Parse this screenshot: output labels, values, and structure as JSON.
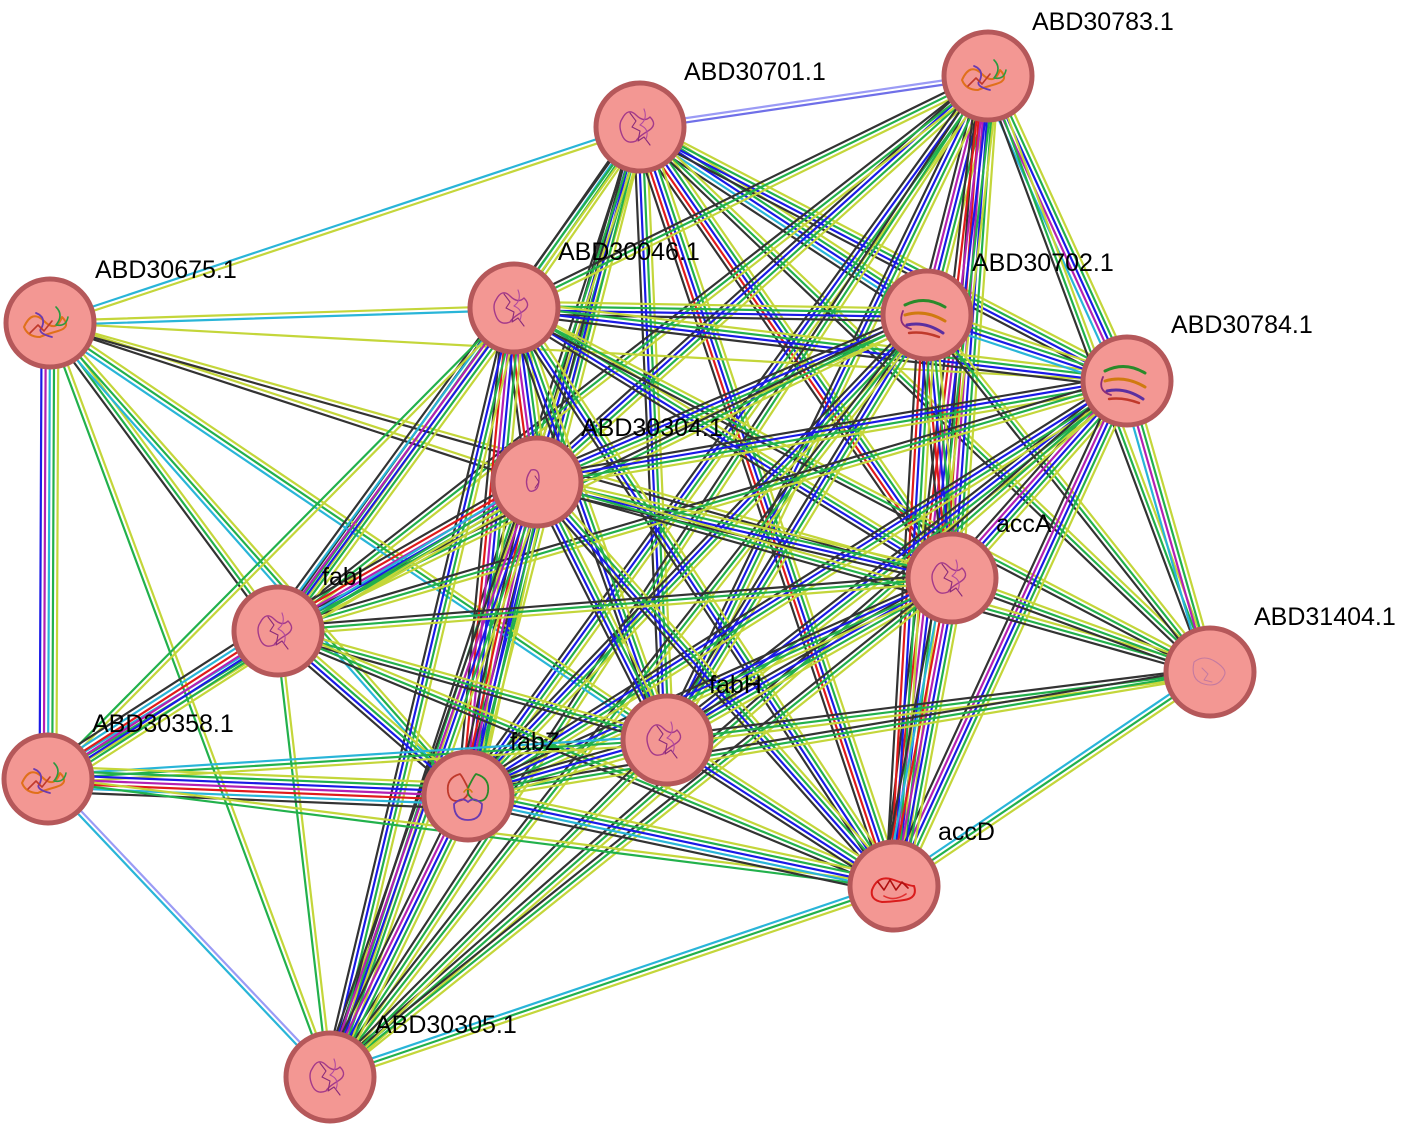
{
  "network": {
    "nodes": [
      {
        "id": "ABD30783.1",
        "label": "ABD30783.1"
      },
      {
        "id": "ABD30701.1",
        "label": "ABD30701.1"
      },
      {
        "id": "ABD30675.1",
        "label": "ABD30675.1"
      },
      {
        "id": "ABD30046.1",
        "label": "ABD30046.1"
      },
      {
        "id": "ABD30702.1",
        "label": "ABD30702.1"
      },
      {
        "id": "ABD30784.1",
        "label": "ABD30784.1"
      },
      {
        "id": "ABD30304.1",
        "label": "ABD30304.1"
      },
      {
        "id": "accA",
        "label": "accA"
      },
      {
        "id": "fabI",
        "label": "fabI"
      },
      {
        "id": "ABD31404.1",
        "label": "ABD31404.1"
      },
      {
        "id": "fabH",
        "label": "fabH"
      },
      {
        "id": "ABD30358.1",
        "label": "ABD30358.1"
      },
      {
        "id": "fabZ",
        "label": "fabZ"
      },
      {
        "id": "accD",
        "label": "accD"
      },
      {
        "id": "ABD30305.1",
        "label": "ABD30305.1"
      }
    ],
    "edges": [
      {
        "source": "ABD30701.1",
        "target": "ABD30783.1",
        "evidence": [
          "#9b9bf5",
          "#6f6fe8"
        ]
      },
      {
        "source": "ABD30701.1",
        "target": "ABD30675.1",
        "evidence": [
          "#c4d63a",
          "#29b5d8"
        ]
      },
      {
        "source": "ABD30701.1",
        "target": "ABD30046.1",
        "evidence": [
          "#c4d63a",
          "#22b14c",
          "#29b5d8",
          "#333333"
        ]
      },
      {
        "source": "ABD30701.1",
        "target": "ABD30702.1",
        "evidence": [
          "#c4d63a",
          "#22b14c",
          "#1a1ae6",
          "#29b5d8",
          "#333333"
        ]
      },
      {
        "source": "ABD30701.1",
        "target": "ABD30784.1",
        "evidence": [
          "#c4d63a",
          "#22b14c",
          "#1a1ae6",
          "#333333"
        ]
      },
      {
        "source": "ABD30701.1",
        "target": "ABD30304.1",
        "evidence": [
          "#c4d63a",
          "#22b14c",
          "#1a1ae6",
          "#333333"
        ]
      },
      {
        "source": "ABD30701.1",
        "target": "accA",
        "evidence": [
          "#c4d63a",
          "#22b14c",
          "#1a1ae6",
          "#e01b1b",
          "#333333"
        ]
      },
      {
        "source": "ABD30701.1",
        "target": "fabI",
        "evidence": [
          "#c4d63a",
          "#22b14c",
          "#333333"
        ]
      },
      {
        "source": "ABD30701.1",
        "target": "ABD31404.1",
        "evidence": [
          "#c4d63a",
          "#22b14c",
          "#333333"
        ]
      },
      {
        "source": "ABD30701.1",
        "target": "fabH",
        "evidence": [
          "#c4d63a",
          "#22b14c",
          "#1a1ae6",
          "#333333"
        ]
      },
      {
        "source": "ABD30701.1",
        "target": "fabZ",
        "evidence": [
          "#c4d63a",
          "#22b14c",
          "#1a1ae6",
          "#333333"
        ]
      },
      {
        "source": "ABD30701.1",
        "target": "accD",
        "evidence": [
          "#c4d63a",
          "#22b14c",
          "#1a1ae6",
          "#e01b1b",
          "#333333"
        ]
      },
      {
        "source": "ABD30701.1",
        "target": "ABD30305.1",
        "evidence": [
          "#c4d63a",
          "#22b14c",
          "#333333"
        ]
      },
      {
        "source": "ABD30783.1",
        "target": "ABD30046.1",
        "evidence": [
          "#c4d63a",
          "#22b14c",
          "#333333"
        ]
      },
      {
        "source": "ABD30783.1",
        "target": "ABD30702.1",
        "evidence": [
          "#c4d63a",
          "#22b14c",
          "#1a1ae6",
          "#b320b3",
          "#333333"
        ]
      },
      {
        "source": "ABD30783.1",
        "target": "ABD30784.1",
        "evidence": [
          "#c4d63a",
          "#22b14c",
          "#1a1ae6",
          "#b320b3",
          "#29b5d8"
        ]
      },
      {
        "source": "ABD30783.1",
        "target": "ABD30304.1",
        "evidence": [
          "#c4d63a",
          "#22b14c",
          "#1a1ae6",
          "#333333"
        ]
      },
      {
        "source": "ABD30783.1",
        "target": "accA",
        "evidence": [
          "#c4d63a",
          "#22b14c",
          "#1a1ae6",
          "#b320b3",
          "#e01b1b",
          "#333333"
        ]
      },
      {
        "source": "ABD30783.1",
        "target": "fabI",
        "evidence": [
          "#c4d63a",
          "#22b14c",
          "#333333"
        ]
      },
      {
        "source": "ABD30783.1",
        "target": "ABD31404.1",
        "evidence": [
          "#c4d63a",
          "#22b14c",
          "#333333"
        ]
      },
      {
        "source": "ABD30783.1",
        "target": "fabH",
        "evidence": [
          "#c4d63a",
          "#22b14c",
          "#1a1ae6",
          "#333333"
        ]
      },
      {
        "source": "ABD30783.1",
        "target": "fabZ",
        "evidence": [
          "#c4d63a",
          "#22b14c",
          "#1a1ae6",
          "#333333"
        ]
      },
      {
        "source": "ABD30783.1",
        "target": "accD",
        "evidence": [
          "#c4d63a",
          "#22b14c",
          "#1a1ae6",
          "#b320b3",
          "#e01b1b",
          "#333333"
        ]
      },
      {
        "source": "ABD30783.1",
        "target": "ABD30305.1",
        "evidence": [
          "#c4d63a",
          "#22b14c",
          "#333333"
        ]
      },
      {
        "source": "ABD30675.1",
        "target": "ABD30046.1",
        "evidence": [
          "#c4d63a",
          "#29b5d8"
        ]
      },
      {
        "source": "ABD30675.1",
        "target": "ABD30304.1",
        "evidence": [
          "#c4d63a",
          "#333333"
        ]
      },
      {
        "source": "ABD30675.1",
        "target": "accA",
        "evidence": [
          "#c4d63a",
          "#333333"
        ]
      },
      {
        "source": "ABD30675.1",
        "target": "ABD30784.1",
        "evidence": [
          "#c4d63a"
        ]
      },
      {
        "source": "ABD30675.1",
        "target": "fabI",
        "evidence": [
          "#c4d63a",
          "#22b14c",
          "#333333"
        ]
      },
      {
        "source": "ABD30675.1",
        "target": "fabZ",
        "evidence": [
          "#c4d63a",
          "#22b14c",
          "#29b5d8"
        ]
      },
      {
        "source": "ABD30675.1",
        "target": "fabH",
        "evidence": [
          "#c4d63a",
          "#22b14c",
          "#29b5d8"
        ]
      },
      {
        "source": "ABD30675.1",
        "target": "ABD30358.1",
        "evidence": [
          "#c4d63a",
          "#22b14c",
          "#29b5d8",
          "#b320b3",
          "#1a1ae6"
        ]
      },
      {
        "source": "ABD30675.1",
        "target": "ABD30305.1",
        "evidence": [
          "#c4d63a",
          "#22b14c"
        ]
      },
      {
        "source": "ABD30046.1",
        "target": "ABD30702.1",
        "evidence": [
          "#c4d63a",
          "#22b14c",
          "#1a1ae6",
          "#333333"
        ]
      },
      {
        "source": "ABD30046.1",
        "target": "ABD30784.1",
        "evidence": [
          "#c4d63a",
          "#22b14c",
          "#1a1ae6",
          "#333333"
        ]
      },
      {
        "source": "ABD30046.1",
        "target": "ABD30304.1",
        "evidence": [
          "#c4d63a",
          "#22b14c",
          "#1a1ae6",
          "#b320b3",
          "#e01b1b",
          "#333333"
        ]
      },
      {
        "source": "ABD30046.1",
        "target": "accA",
        "evidence": [
          "#c4d63a",
          "#22b14c",
          "#1a1ae6",
          "#333333"
        ]
      },
      {
        "source": "ABD30046.1",
        "target": "fabI",
        "evidence": [
          "#c4d63a",
          "#22b14c",
          "#1a1ae6",
          "#b320b3",
          "#29b5d8",
          "#333333"
        ]
      },
      {
        "source": "ABD30046.1",
        "target": "ABD31404.1",
        "evidence": [
          "#c4d63a",
          "#22b14c",
          "#333333"
        ]
      },
      {
        "source": "ABD30046.1",
        "target": "fabH",
        "evidence": [
          "#c4d63a",
          "#22b14c",
          "#1a1ae6",
          "#333333"
        ]
      },
      {
        "source": "ABD30046.1",
        "target": "ABD30358.1",
        "evidence": [
          "#c4d63a",
          "#22b14c"
        ]
      },
      {
        "source": "ABD30046.1",
        "target": "fabZ",
        "evidence": [
          "#c4d63a",
          "#22b14c",
          "#1a1ae6",
          "#b320b3",
          "#e01b1b",
          "#333333"
        ]
      },
      {
        "source": "ABD30046.1",
        "target": "accD",
        "evidence": [
          "#c4d63a",
          "#22b14c",
          "#1a1ae6",
          "#333333"
        ]
      },
      {
        "source": "ABD30046.1",
        "target": "ABD30305.1",
        "evidence": [
          "#c4d63a",
          "#22b14c",
          "#1a1ae6",
          "#333333"
        ]
      },
      {
        "source": "ABD30702.1",
        "target": "ABD30784.1",
        "evidence": [
          "#c4d63a",
          "#22b14c",
          "#1a1ae6",
          "#29b5d8"
        ]
      },
      {
        "source": "ABD30702.1",
        "target": "ABD30304.1",
        "evidence": [
          "#c4d63a",
          "#22b14c",
          "#1a1ae6",
          "#333333"
        ]
      },
      {
        "source": "ABD30702.1",
        "target": "accA",
        "evidence": [
          "#c4d63a",
          "#22b14c",
          "#1a1ae6",
          "#e01b1b",
          "#333333"
        ]
      },
      {
        "source": "ABD30702.1",
        "target": "fabI",
        "evidence": [
          "#c4d63a",
          "#22b14c",
          "#333333"
        ]
      },
      {
        "source": "ABD30702.1",
        "target": "ABD31404.1",
        "evidence": [
          "#c4d63a",
          "#22b14c",
          "#333333"
        ]
      },
      {
        "source": "ABD30702.1",
        "target": "fabH",
        "evidence": [
          "#c4d63a",
          "#22b14c",
          "#1a1ae6",
          "#333333"
        ]
      },
      {
        "source": "ABD30702.1",
        "target": "fabZ",
        "evidence": [
          "#c4d63a",
          "#22b14c",
          "#1a1ae6",
          "#333333"
        ]
      },
      {
        "source": "ABD30702.1",
        "target": "accD",
        "evidence": [
          "#c4d63a",
          "#22b14c",
          "#1a1ae6",
          "#e01b1b",
          "#333333"
        ]
      },
      {
        "source": "ABD30702.1",
        "target": "ABD30305.1",
        "evidence": [
          "#c4d63a",
          "#22b14c",
          "#333333"
        ]
      },
      {
        "source": "ABD30784.1",
        "target": "ABD30304.1",
        "evidence": [
          "#c4d63a",
          "#22b14c",
          "#1a1ae6",
          "#333333"
        ]
      },
      {
        "source": "ABD30784.1",
        "target": "accA",
        "evidence": [
          "#c4d63a",
          "#22b14c",
          "#1a1ae6",
          "#b320b3",
          "#333333"
        ]
      },
      {
        "source": "ABD30784.1",
        "target": "fabI",
        "evidence": [
          "#c4d63a",
          "#22b14c",
          "#333333"
        ]
      },
      {
        "source": "ABD30784.1",
        "target": "ABD31404.1",
        "evidence": [
          "#c4d63a",
          "#22b14c",
          "#b320b3",
          "#29b5d8"
        ]
      },
      {
        "source": "ABD30784.1",
        "target": "fabH",
        "evidence": [
          "#c4d63a",
          "#22b14c",
          "#1a1ae6",
          "#333333"
        ]
      },
      {
        "source": "ABD30784.1",
        "target": "fabZ",
        "evidence": [
          "#c4d63a",
          "#22b14c",
          "#1a1ae6",
          "#333333"
        ]
      },
      {
        "source": "ABD30784.1",
        "target": "accD",
        "evidence": [
          "#c4d63a",
          "#22b14c",
          "#1a1ae6",
          "#b320b3",
          "#333333"
        ]
      },
      {
        "source": "ABD30784.1",
        "target": "ABD30305.1",
        "evidence": [
          "#c4d63a",
          "#22b14c",
          "#333333"
        ]
      },
      {
        "source": "ABD30304.1",
        "target": "accA",
        "evidence": [
          "#c4d63a",
          "#22b14c",
          "#1a1ae6",
          "#333333"
        ]
      },
      {
        "source": "ABD30304.1",
        "target": "fabI",
        "evidence": [
          "#c4d63a",
          "#22b14c",
          "#1a1ae6",
          "#b320b3",
          "#e01b1b",
          "#333333"
        ]
      },
      {
        "source": "ABD30304.1",
        "target": "ABD31404.1",
        "evidence": [
          "#c4d63a",
          "#22b14c",
          "#333333"
        ]
      },
      {
        "source": "ABD30304.1",
        "target": "fabH",
        "evidence": [
          "#c4d63a",
          "#22b14c",
          "#1a1ae6",
          "#333333"
        ]
      },
      {
        "source": "ABD30304.1",
        "target": "ABD30358.1",
        "evidence": [
          "#c4d63a",
          "#22b14c",
          "#29b5d8"
        ]
      },
      {
        "source": "ABD30304.1",
        "target": "fabZ",
        "evidence": [
          "#c4d63a",
          "#22b14c",
          "#1a1ae6",
          "#b320b3",
          "#e01b1b",
          "#333333"
        ]
      },
      {
        "source": "ABD30304.1",
        "target": "accD",
        "evidence": [
          "#c4d63a",
          "#22b14c",
          "#1a1ae6",
          "#333333"
        ]
      },
      {
        "source": "ABD30304.1",
        "target": "ABD30305.1",
        "evidence": [
          "#c4d63a",
          "#22b14c",
          "#1a1ae6",
          "#b320b3",
          "#333333"
        ]
      },
      {
        "source": "accA",
        "target": "fabI",
        "evidence": [
          "#c4d63a",
          "#22b14c",
          "#333333"
        ]
      },
      {
        "source": "accA",
        "target": "ABD31404.1",
        "evidence": [
          "#c4d63a",
          "#22b14c",
          "#333333"
        ]
      },
      {
        "source": "accA",
        "target": "fabH",
        "evidence": [
          "#c4d63a",
          "#22b14c",
          "#1a1ae6",
          "#333333"
        ]
      },
      {
        "source": "accA",
        "target": "fabZ",
        "evidence": [
          "#c4d63a",
          "#22b14c",
          "#1a1ae6",
          "#333333"
        ]
      },
      {
        "source": "accA",
        "target": "accD",
        "evidence": [
          "#c4d63a",
          "#22b14c",
          "#1a1ae6",
          "#b320b3",
          "#e01b1b",
          "#29b5d8",
          "#333333"
        ]
      },
      {
        "source": "accA",
        "target": "ABD30305.1",
        "evidence": [
          "#c4d63a",
          "#22b14c",
          "#333333"
        ]
      },
      {
        "source": "fabI",
        "target": "ABD30358.1",
        "evidence": [
          "#c4d63a",
          "#22b14c",
          "#1a1ae6",
          "#b320b3",
          "#e01b1b",
          "#29b5d8",
          "#333333"
        ]
      },
      {
        "source": "fabI",
        "target": "fabZ",
        "evidence": [
          "#c4d63a",
          "#22b14c",
          "#1a1ae6",
          "#333333"
        ]
      },
      {
        "source": "fabI",
        "target": "fabH",
        "evidence": [
          "#c4d63a",
          "#22b14c",
          "#333333"
        ]
      },
      {
        "source": "fabI",
        "target": "accD",
        "evidence": [
          "#c4d63a",
          "#22b14c",
          "#333333"
        ]
      },
      {
        "source": "fabI",
        "target": "ABD30305.1",
        "evidence": [
          "#c4d63a",
          "#22b14c"
        ]
      },
      {
        "source": "ABD31404.1",
        "target": "fabH",
        "evidence": [
          "#c4d63a",
          "#22b14c",
          "#333333"
        ]
      },
      {
        "source": "ABD31404.1",
        "target": "fabZ",
        "evidence": [
          "#c4d63a",
          "#22b14c",
          "#333333"
        ]
      },
      {
        "source": "ABD31404.1",
        "target": "accD",
        "evidence": [
          "#c4d63a",
          "#22b14c",
          "#29b5d8"
        ]
      },
      {
        "source": "fabH",
        "target": "fabZ",
        "evidence": [
          "#c4d63a",
          "#22b14c",
          "#1a1ae6",
          "#333333"
        ]
      },
      {
        "source": "fabH",
        "target": "accD",
        "evidence": [
          "#c4d63a",
          "#22b14c",
          "#1a1ae6",
          "#333333"
        ]
      },
      {
        "source": "fabH",
        "target": "ABD30358.1",
        "evidence": [
          "#c4d63a",
          "#22b14c",
          "#29b5d8"
        ]
      },
      {
        "source": "fabH",
        "target": "ABD30305.1",
        "evidence": [
          "#c4d63a",
          "#22b14c",
          "#333333"
        ]
      },
      {
        "source": "ABD30358.1",
        "target": "fabZ",
        "evidence": [
          "#c4d63a",
          "#22b14c",
          "#1a1ae6",
          "#b320b3",
          "#e01b1b",
          "#29b5d8",
          "#333333"
        ]
      },
      {
        "source": "ABD30358.1",
        "target": "accD",
        "evidence": [
          "#c4d63a",
          "#22b14c"
        ]
      },
      {
        "source": "ABD30358.1",
        "target": "ABD30305.1",
        "evidence": [
          "#9b9bf5",
          "#29b5d8"
        ]
      },
      {
        "source": "fabZ",
        "target": "accD",
        "evidence": [
          "#c4d63a",
          "#22b14c",
          "#1a1ae6",
          "#29b5d8",
          "#333333"
        ]
      },
      {
        "source": "fabZ",
        "target": "ABD30305.1",
        "evidence": [
          "#c4d63a",
          "#22b14c",
          "#1a1ae6",
          "#b320b3",
          "#333333"
        ]
      },
      {
        "source": "accD",
        "target": "ABD30305.1",
        "evidence": [
          "#c4d63a",
          "#22b14c",
          "#29b5d8"
        ]
      }
    ],
    "colors": {
      "node_fill": "#f39793",
      "node_stroke": "#b5585a",
      "label_text": "#000000"
    }
  }
}
